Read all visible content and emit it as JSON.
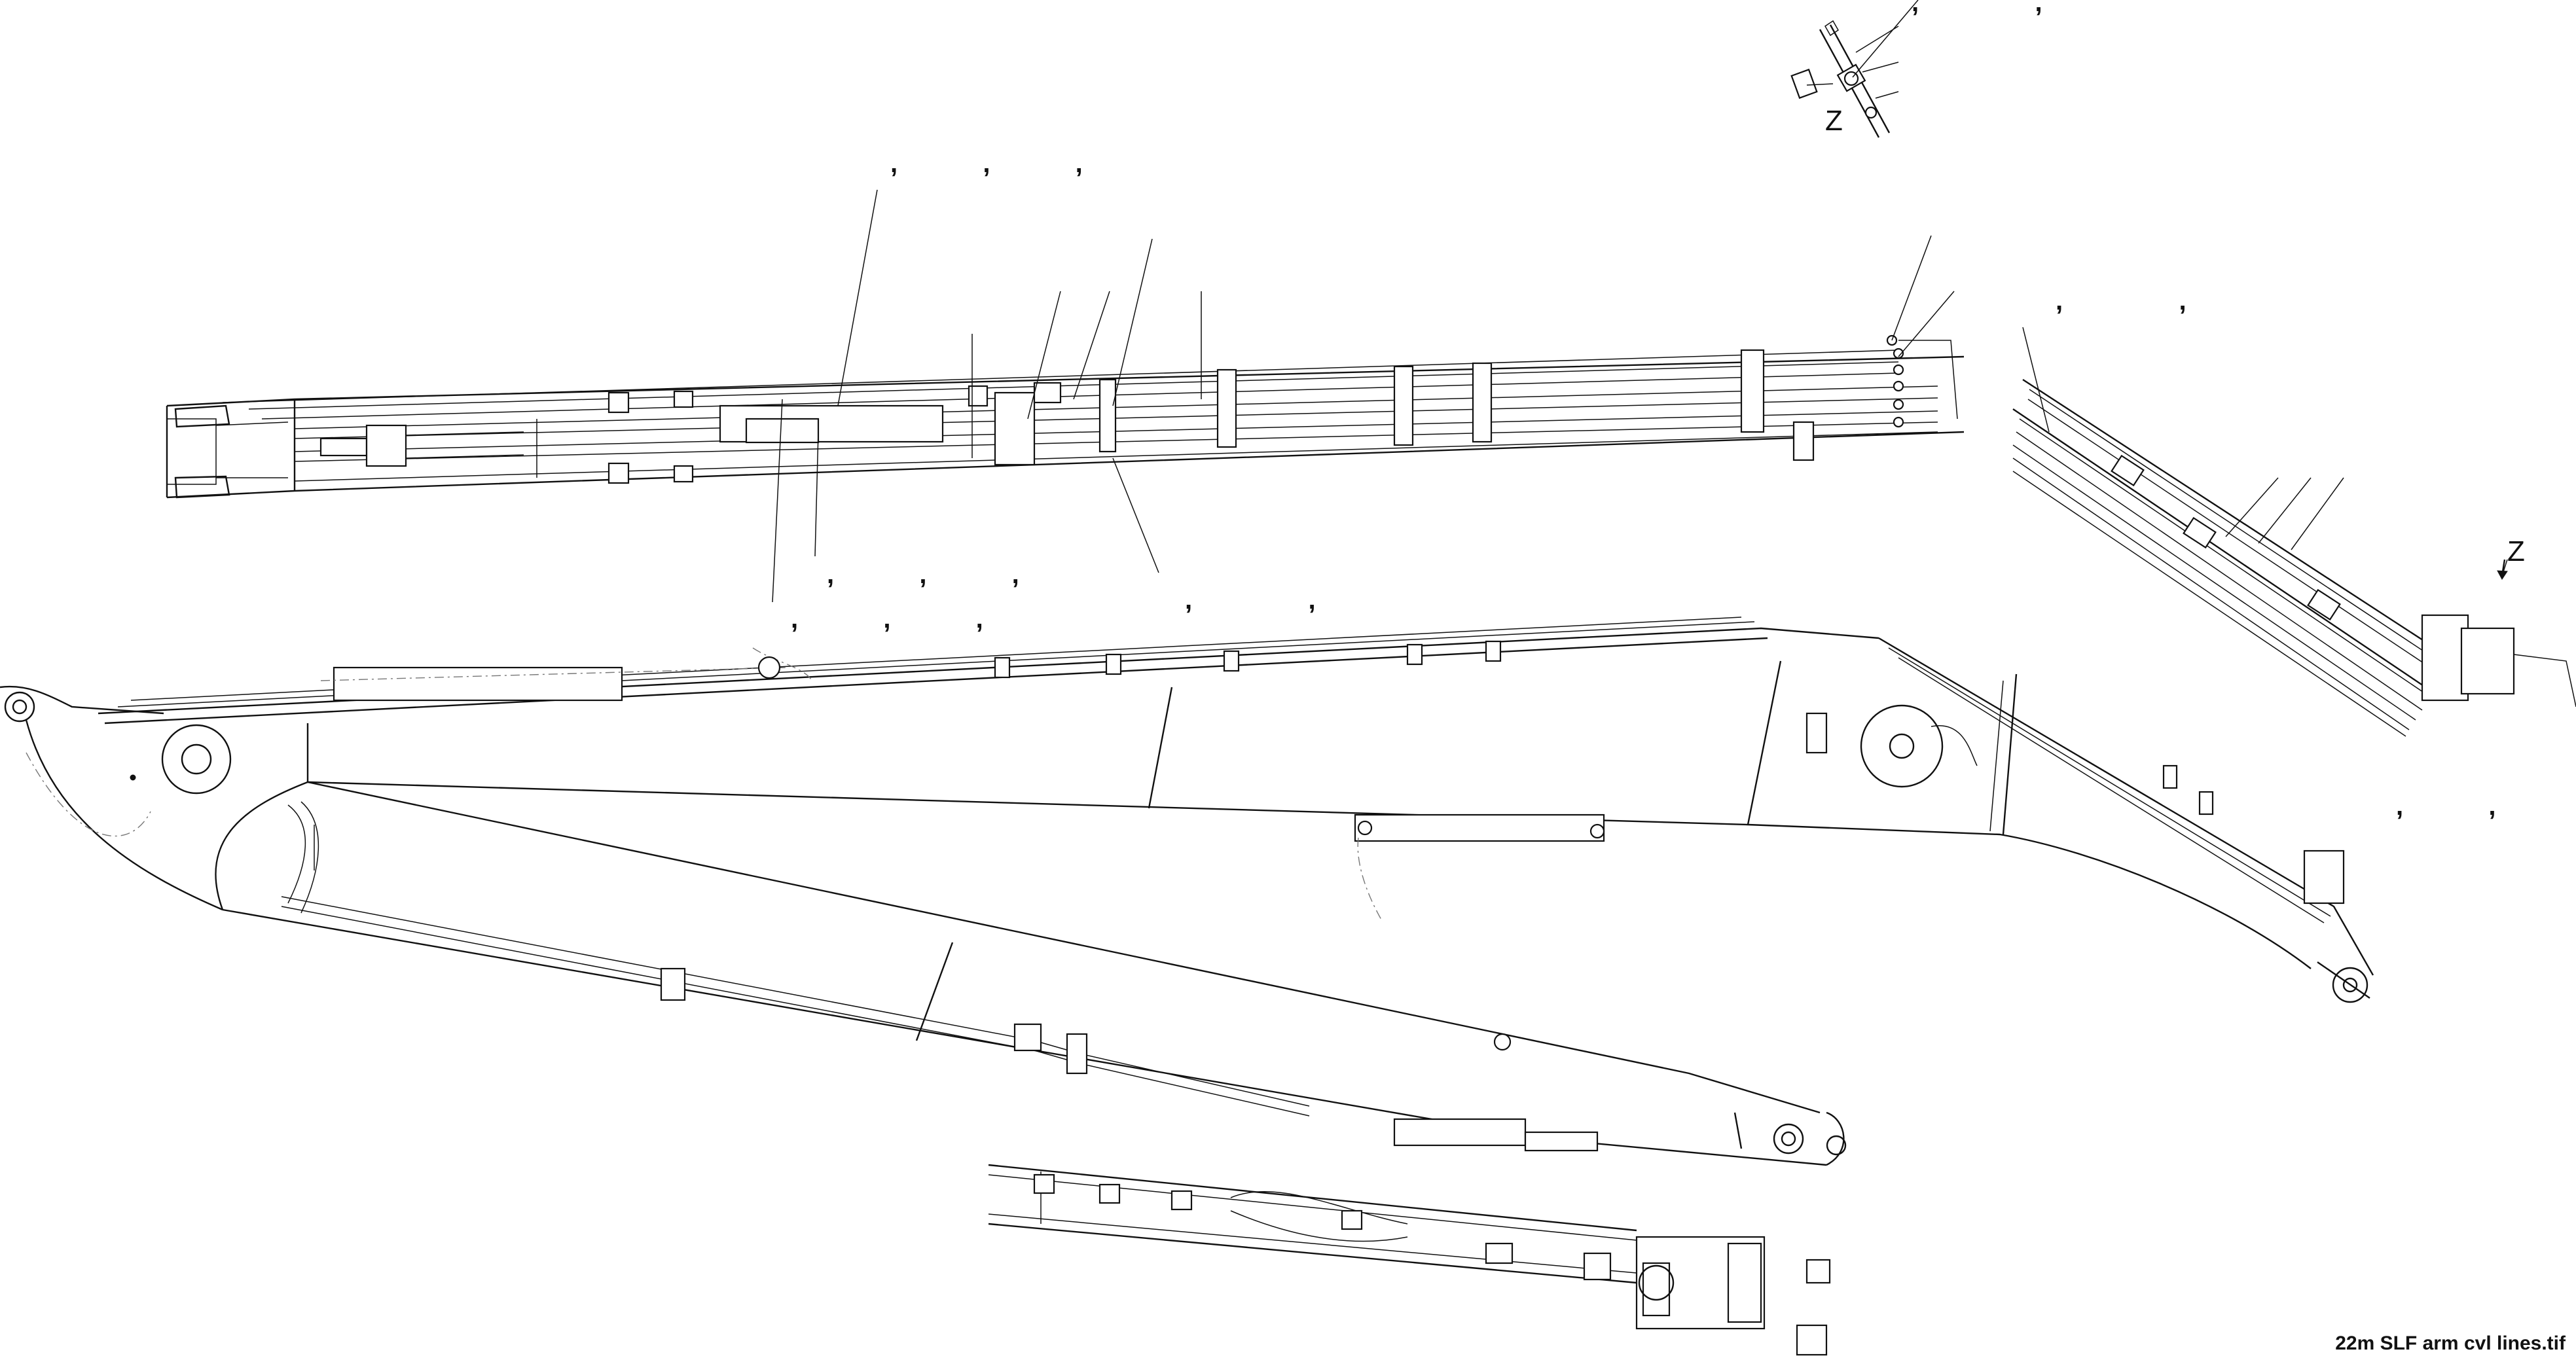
{
  "file_name": "22m SLF arm cvl lines.tif",
  "view_labels": {
    "z_detail": "Z",
    "z_arrow": "Z"
  },
  "callouts": {
    "c1": ",   ,",
    "c2": ",  ,  ,",
    "c3": ",   ,",
    "c4": ",  ,  ,",
    "c5": ",  ,  ,",
    "c6": ",   ,",
    "c7": ",  ,  ,"
  },
  "colors": {
    "line": "#111111",
    "background": "#ffffff"
  }
}
